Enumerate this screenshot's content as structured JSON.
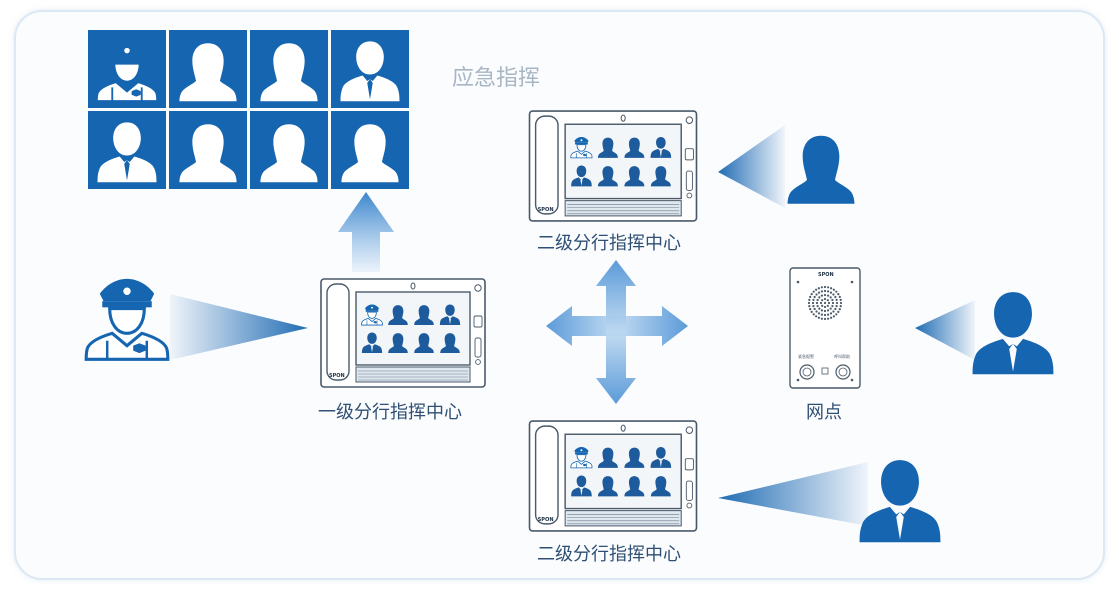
{
  "title": "应急指挥",
  "labels": {
    "center_primary": "一级分行指挥中心",
    "center_secondary_top": "二级分行指挥中心",
    "center_secondary_bottom": "二级分行指挥中心",
    "branch": "网点"
  },
  "device": {
    "brand": "SPON",
    "panel_left_label": "紧急报警\nEMERGENCY",
    "panel_right_label": "呼叫帮助\nCALL"
  },
  "colors": {
    "primary_blue": "#1565b0",
    "light_blue": "#5ea0dc",
    "label": "#2f4f74",
    "title": "#a8b6c4"
  },
  "icons": [
    "police-avatar-icon",
    "woman-avatar-icon",
    "man-avatar-icon",
    "speaker-grille-icon",
    "cross-arrow-icon",
    "up-arrow-icon"
  ]
}
